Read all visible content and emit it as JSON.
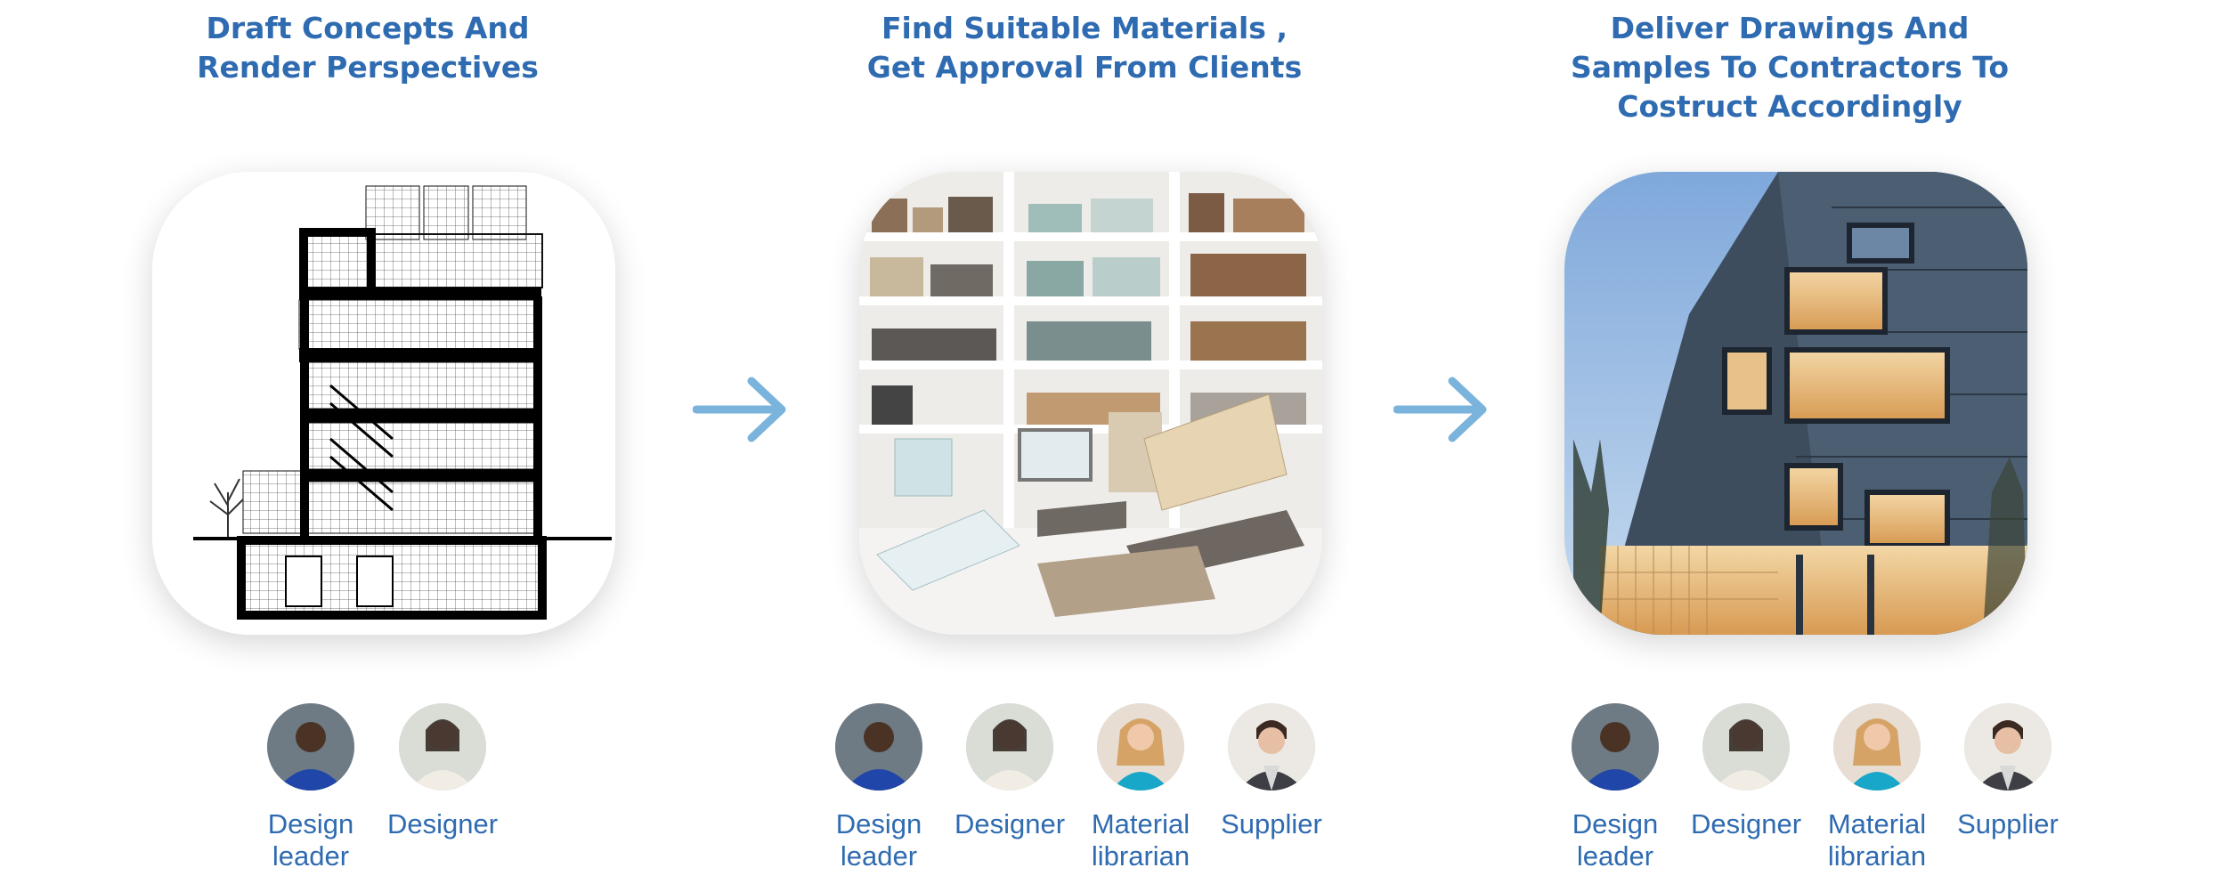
{
  "steps": [
    {
      "title_lines": [
        "Draft Concepts And",
        "Render Perspectives"
      ],
      "image": "architectural-section-drawing",
      "people": [
        {
          "label": "Design leader",
          "avatar": "design-leader-avatar"
        },
        {
          "label": "Designer",
          "avatar": "designer-avatar"
        }
      ]
    },
    {
      "title_lines": [
        "Find Suitable Materials ,",
        "Get Approval From Clients"
      ],
      "image": "material-library-shelves",
      "people": [
        {
          "label": "Design leader",
          "avatar": "design-leader-avatar"
        },
        {
          "label": "Designer",
          "avatar": "designer-avatar"
        },
        {
          "label": "Material librarian",
          "avatar": "material-librarian-avatar"
        },
        {
          "label": "Supplier",
          "avatar": "supplier-avatar"
        }
      ]
    },
    {
      "title_lines": [
        "Deliver Drawings And",
        "Samples To Contractors To",
        "Costruct Accordingly"
      ],
      "image": "built-facade-photo",
      "people": [
        {
          "label": "Design leader",
          "avatar": "design-leader-avatar"
        },
        {
          "label": "Designer",
          "avatar": "designer-avatar"
        },
        {
          "label": "Material librarian",
          "avatar": "material-librarian-avatar"
        },
        {
          "label": "Supplier",
          "avatar": "supplier-avatar"
        }
      ]
    }
  ],
  "arrows": [
    "arrow-right-icon",
    "arrow-right-icon"
  ],
  "colors": {
    "title": "#2f6bb1",
    "label": "#2f6bb1",
    "arrow": "#7ab4dc"
  }
}
